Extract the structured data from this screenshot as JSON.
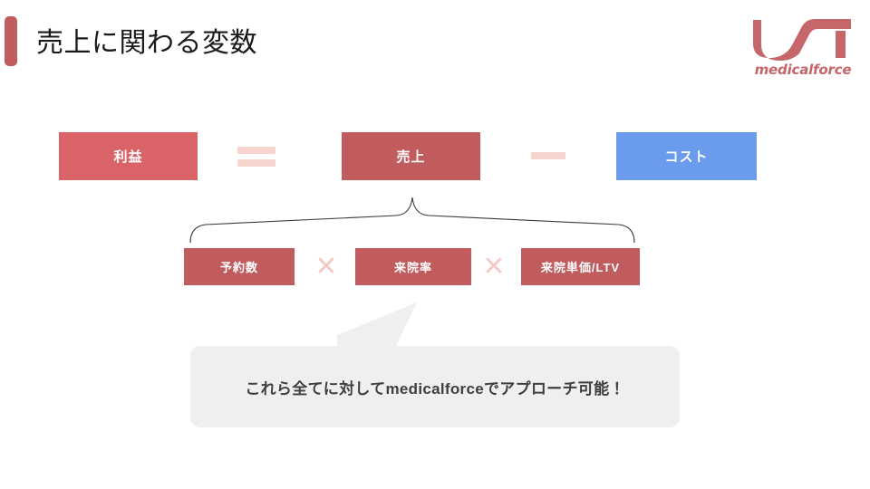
{
  "slide": {
    "title": "売上に関わる変数",
    "accent_color": "#c05b5e",
    "background": "#ffffff"
  },
  "logo": {
    "name": "medicalforce-logo",
    "wordmark": "medicalforce",
    "color": "#c4666a"
  },
  "formula": {
    "profit": {
      "label": "利益",
      "color": "#d96366"
    },
    "equals": {
      "symbol": "=",
      "color": "#f7d4cd"
    },
    "revenue": {
      "label": "売上",
      "color": "#c05b5e"
    },
    "minus": {
      "symbol": "−",
      "color": "#f7d4cd"
    },
    "cost": {
      "label": "コスト",
      "color": "#6b9bec"
    }
  },
  "breakdown": {
    "factors": [
      {
        "label": "予約数",
        "color": "#c05b5e"
      },
      {
        "label": "来院率",
        "color": "#c05b5e"
      },
      {
        "label": "来院単価/LTV",
        "color": "#c05b5e"
      }
    ],
    "operators": [
      {
        "symbol": "✕",
        "color": "#f3cbc4"
      },
      {
        "symbol": "✕",
        "color": "#f3cbc4"
      }
    ]
  },
  "callout": {
    "text": "これら全てに対してmedicalforceでアプローチ可能！",
    "background": "#efefef",
    "text_color": "#3f3f3f"
  }
}
